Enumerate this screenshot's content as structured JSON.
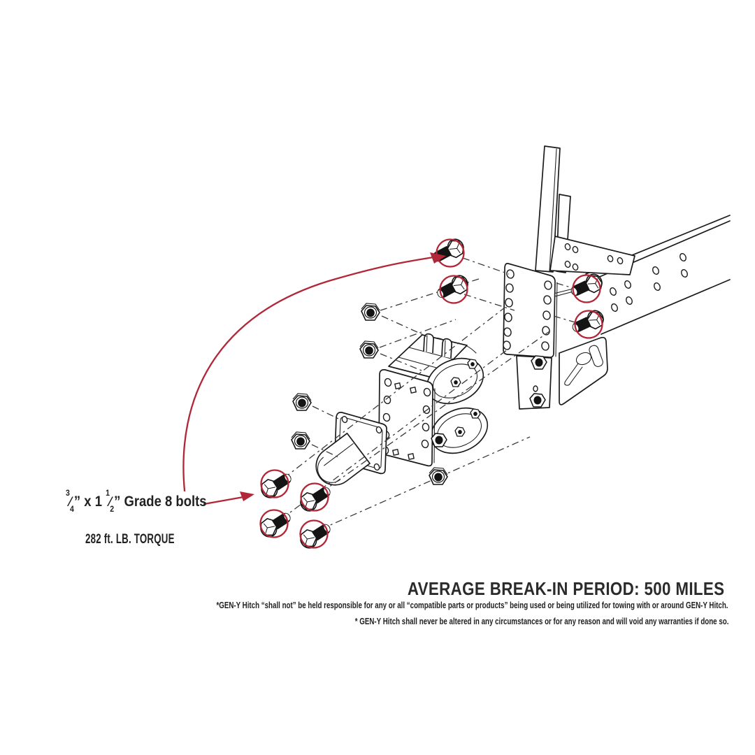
{
  "colors": {
    "accent_red": "#b22737",
    "ink": "#1b1b1b",
    "text_dark": "#262626"
  },
  "callout": {
    "bolt_spec": {
      "frac1_num": "3",
      "frac1_den": "4",
      "frac_slash": "⁄",
      "inch1": "”",
      "middle": " x 1 ",
      "frac2_num": "1",
      "frac2_den": "2",
      "inch2": "”",
      "tail": " Grade 8 bolts"
    },
    "torque": "282 ft. LB. TORQUE"
  },
  "footer": {
    "heading": "AVERAGE BREAK-IN PERIOD: 500 MILES",
    "disclaimer1": "*GEN-Y Hitch “shall not” be held responsible for any or all “compatible parts or products” being used or being utilized for towing with or around GEN-Y Hitch.",
    "disclaimer2": "* GEN-Y Hitch shall never be altered in any circumstances or for any reason and will void any warranties if done so."
  },
  "diagram": {
    "type": "exploded-isometric-hitch-installation",
    "parts": [
      "trailer-frame-rail",
      "jack-post",
      "frame-gusset-plate",
      "pintle-mounting-plate",
      "side-bracket",
      "torsion-head-assembly",
      "shank-flange",
      "receiver-shank"
    ],
    "hardware": {
      "red_circled_bolts": 8,
      "loose_hex_nuts": 5
    }
  }
}
